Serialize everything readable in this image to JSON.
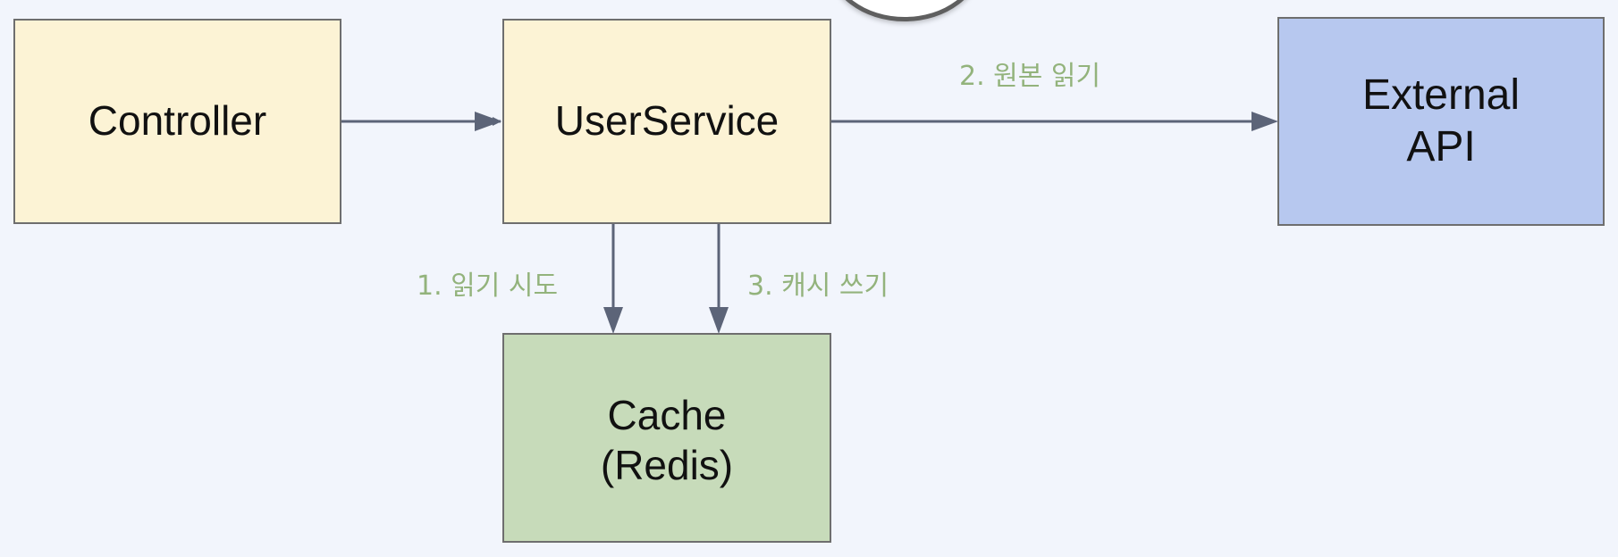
{
  "nodes": {
    "controller": {
      "label": "Controller"
    },
    "user_service": {
      "label": "UserService"
    },
    "external_api": {
      "line1": "External",
      "line2": "API"
    },
    "cache": {
      "line1": "Cache",
      "line2": "(Redis)"
    }
  },
  "edges": {
    "read_origin": {
      "label": "2. 원본 읽기"
    },
    "try_read": {
      "label": "1. 읽기 시도"
    },
    "write_cache": {
      "label": "3. 캐시 쓰기"
    }
  },
  "colors": {
    "background": "#f2f5fc",
    "node_yellow": "#fcf3d5",
    "node_blue": "#b7c8ef",
    "node_green": "#c7dbba",
    "border": "#6e6e6e",
    "arrow": "#5c6478",
    "edge_label": "#93b37c"
  }
}
